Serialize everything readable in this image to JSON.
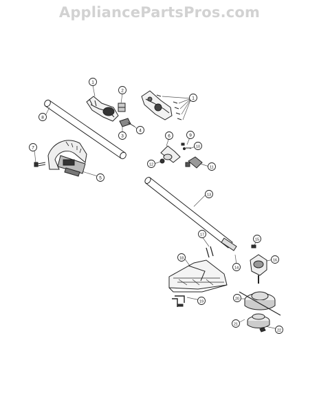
{
  "watermark": "AppliancePartsPros.com",
  "callouts": [
    {
      "id": "c1a",
      "label": "1"
    },
    {
      "id": "c2",
      "label": "2"
    },
    {
      "id": "c1b",
      "label": "1"
    },
    {
      "id": "c3",
      "label": "3"
    },
    {
      "id": "c4",
      "label": "4"
    },
    {
      "id": "c8",
      "label": "8"
    },
    {
      "id": "c7",
      "label": "7"
    },
    {
      "id": "c5",
      "label": "5"
    },
    {
      "id": "c6",
      "label": "6"
    },
    {
      "id": "c9",
      "label": "9"
    },
    {
      "id": "c10",
      "label": "10"
    },
    {
      "id": "c12",
      "label": "12"
    },
    {
      "id": "c11",
      "label": "11"
    },
    {
      "id": "c13",
      "label": "13"
    },
    {
      "id": "c17",
      "label": "17"
    },
    {
      "id": "c15",
      "label": "15"
    },
    {
      "id": "c14",
      "label": "14"
    },
    {
      "id": "c18",
      "label": "18"
    },
    {
      "id": "c16",
      "label": "16"
    },
    {
      "id": "c19",
      "label": "19"
    },
    {
      "id": "c20",
      "label": "20"
    },
    {
      "id": "c21",
      "label": "21"
    },
    {
      "id": "c22",
      "label": "22"
    }
  ]
}
